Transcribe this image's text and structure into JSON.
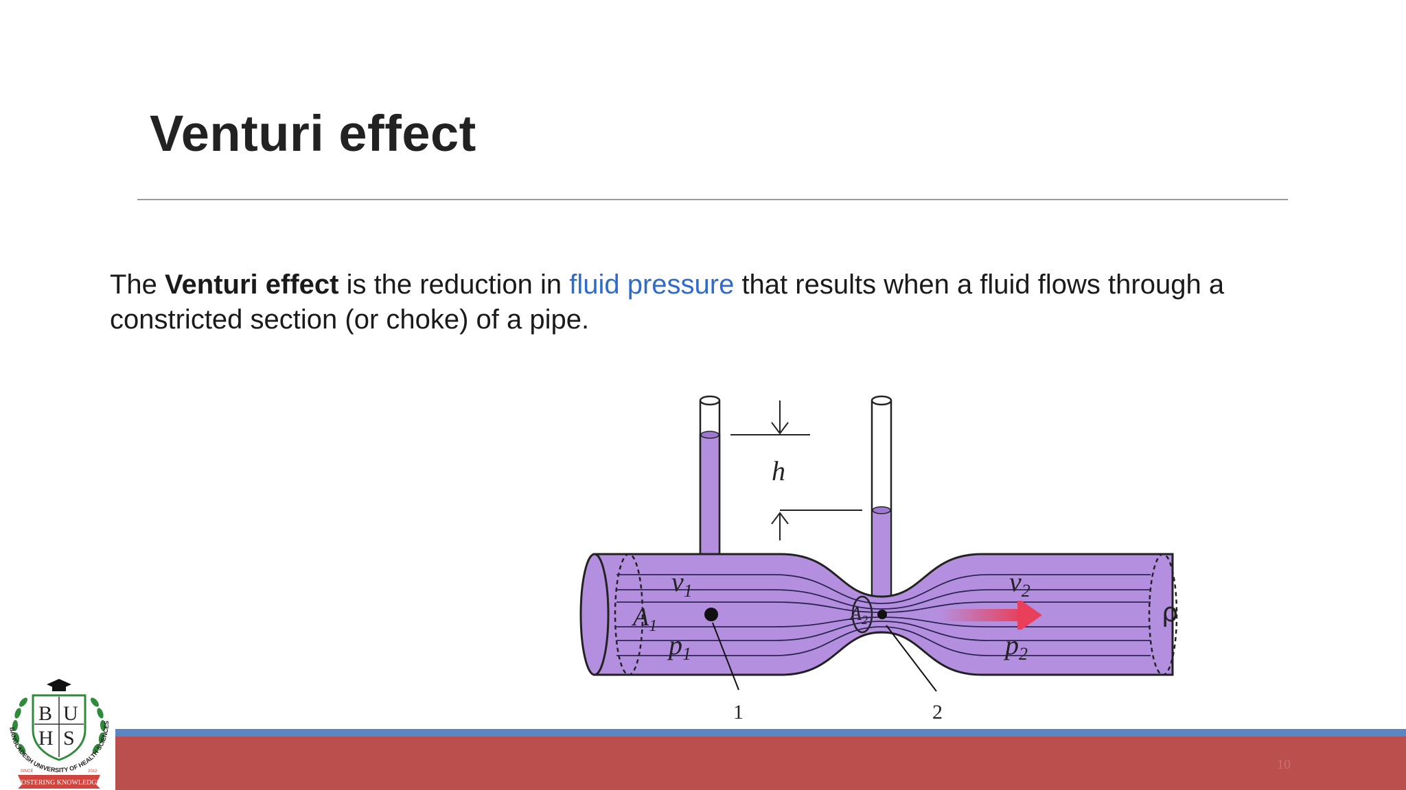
{
  "slide": {
    "title": "Venturi effect",
    "body": {
      "part1": "The ",
      "bold": "Venturi effect",
      "part2": " is the reduction in ",
      "link": "fluid pressure",
      "part3": " that results when a fluid flows through a constricted section (or choke) of a pipe."
    },
    "page_number": "10"
  },
  "figure": {
    "h": "h",
    "v1": "v",
    "v1_sub": "1",
    "v2": "v",
    "v2_sub": "2",
    "A1": "A",
    "A1_sub": "1",
    "A2": "A",
    "A2_sub": "2",
    "p1": "p",
    "p1_sub": "1",
    "p2": "p",
    "p2_sub": "2",
    "rho": "ρ",
    "point1": "1",
    "point2": "2"
  },
  "logo": {
    "letters": [
      "B",
      "U",
      "H",
      "S"
    ],
    "ring_text": "BANGLADESH UNIVERSITY OF HEALTH SCIENCES",
    "ribbon_text": "FOSTERING KNOWLEDGE",
    "since": "SINCE",
    "year": "2012"
  },
  "colors": {
    "fluid": "#b48fe0",
    "fluid_dark": "#9f78d2",
    "link": "#2f6bcc",
    "bar_blue": "#5b86c4",
    "bar_red": "#bb4f4e",
    "arrow": "#e8405a"
  }
}
